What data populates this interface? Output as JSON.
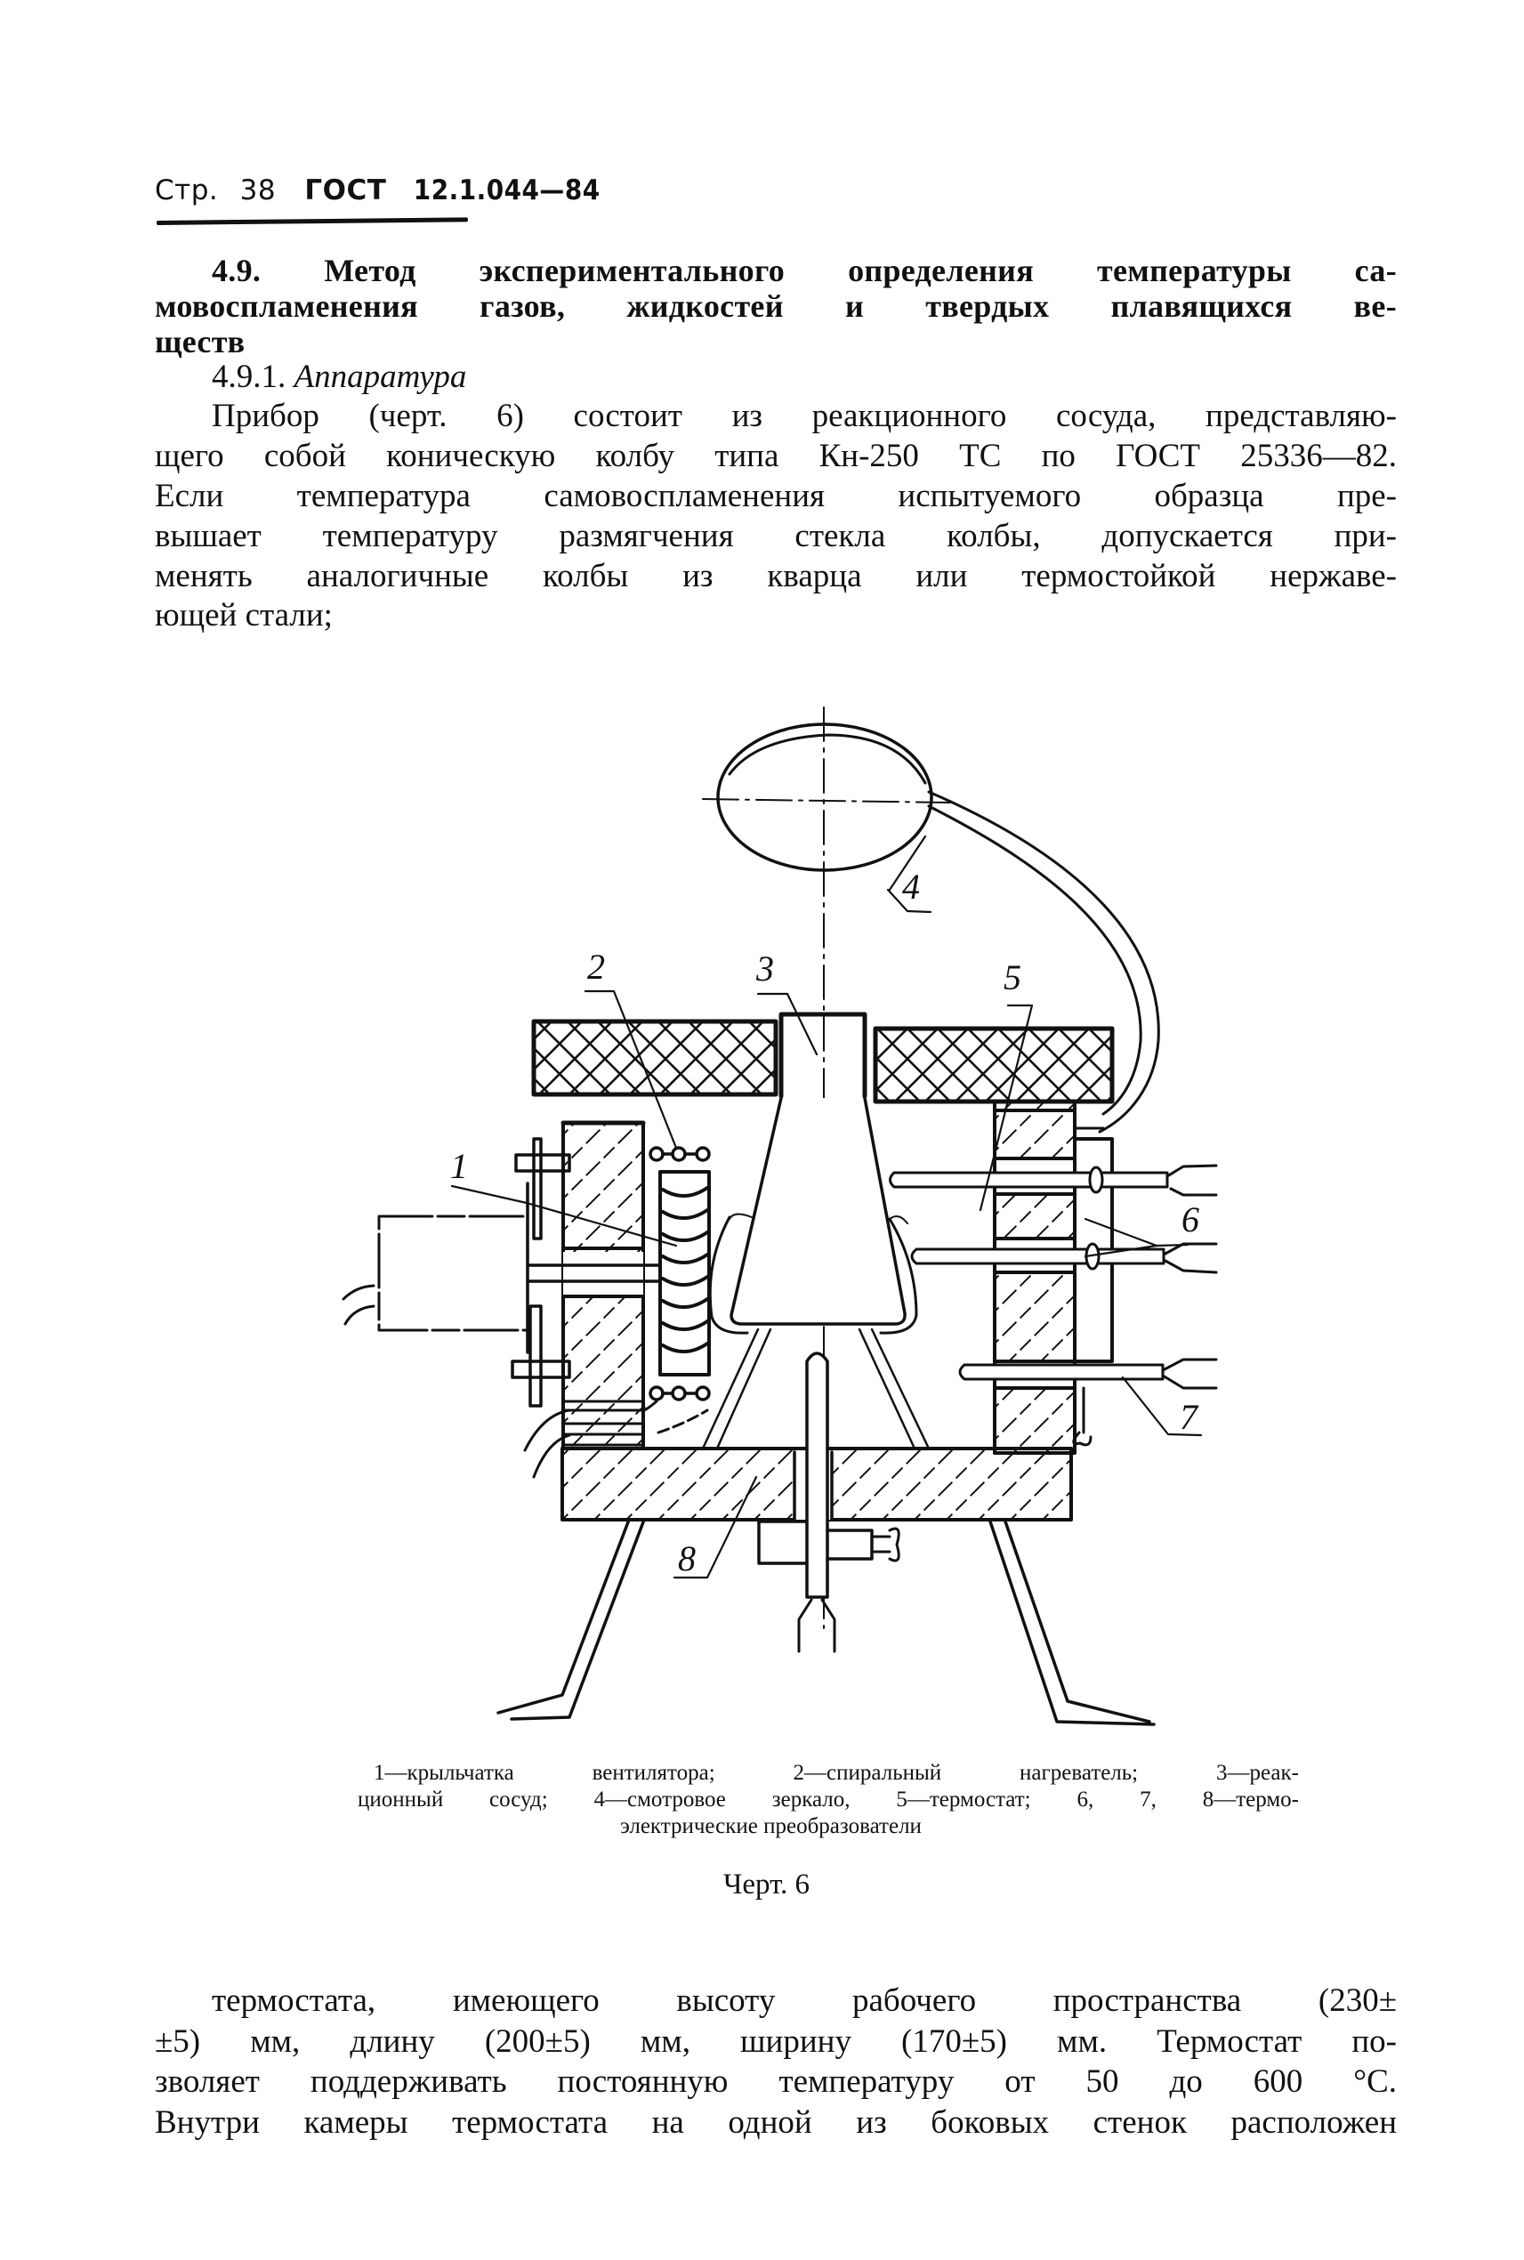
{
  "header": {
    "page_label": "Стр.",
    "page_number": "38",
    "standard": "ГОСТ",
    "standard_number": "12.1.044—84"
  },
  "section": {
    "title_lines": [
      "4.9. Метод экспериментального определения температуры са-",
      "мовоспламенения газов, жидкостей и твердых плавящихся ве-",
      "ществ"
    ],
    "subsection_number": "4.9.1.",
    "subsection_title": "Аппаратура",
    "paragraph_lines": [
      "Прибор (черт. 6) состоит из реакционного сосуда, представляю-",
      "щего собой коническую колбу типа Кн-250 ТС по ГОСТ 25336—82.",
      "Если температура самовоспламенения испытуемого образца пре-",
      "вышает температуру размягчения стекла колбы, допускается при-",
      "менять аналогичные колбы из кварца или термостойкой нержаве-",
      "ющей стали;"
    ]
  },
  "figure": {
    "callouts": [
      "1",
      "2",
      "3",
      "4",
      "5",
      "6",
      "7",
      "8"
    ],
    "caption_lines": [
      "1—крыльчатка вентилятора; 2—спиральный нагреватель; 3—реак-",
      "ционный сосуд; 4—смотровое зеркало, 5—термостат; 6, 7, 8—термо-",
      "электрические преобразователи"
    ],
    "legend": [
      {
        "num": "1",
        "label": "крыльчатка вентилятора"
      },
      {
        "num": "2",
        "label": "спиральный нагреватель"
      },
      {
        "num": "3",
        "label": "реакционный сосуд"
      },
      {
        "num": "4",
        "label": "смотровое зеркало"
      },
      {
        "num": "5",
        "label": "термостат"
      },
      {
        "num": "6, 7, 8",
        "label": "термоэлектрические преобразователи"
      }
    ],
    "title": "Черт. 6"
  },
  "continuation": {
    "lines": [
      "термостата, имеющего высоту рабочего пространства (230±",
      "±5) мм, длину (200±5) мм, ширину (170±5) мм. Термостат по-",
      "зволяет поддерживать постоянную температуру от 50 до 600 °С.",
      "Внутри камеры термостата на одной из боковых стенок расположен"
    ]
  }
}
